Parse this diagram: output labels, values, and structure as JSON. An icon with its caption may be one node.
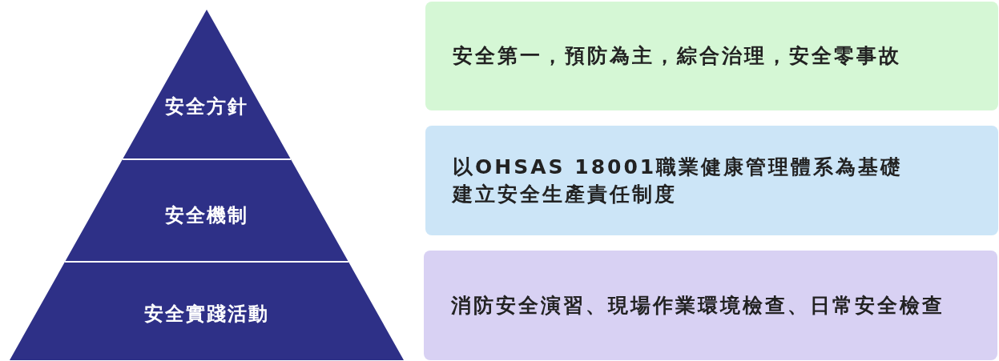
{
  "diagram": {
    "nodes": [
      {
        "text": [
          "安全方針"
        ]
      },
      {
        "text": [
          "安全機制"
        ]
      },
      {
        "text": [
          "安全實踐活動"
        ]
      },
      {
        "text": [
          "安全第一，預防為主，綜合治理，安全零事故"
        ]
      },
      {
        "text": [
          "以OHSAS 18001職業健康管理體系為基礎建立安全生產責任制度"
        ]
      },
      {
        "text": [
          "消防安全演習、現場作業環境檢查、日常安全檢查"
        ]
      }
    ]
  }
}
